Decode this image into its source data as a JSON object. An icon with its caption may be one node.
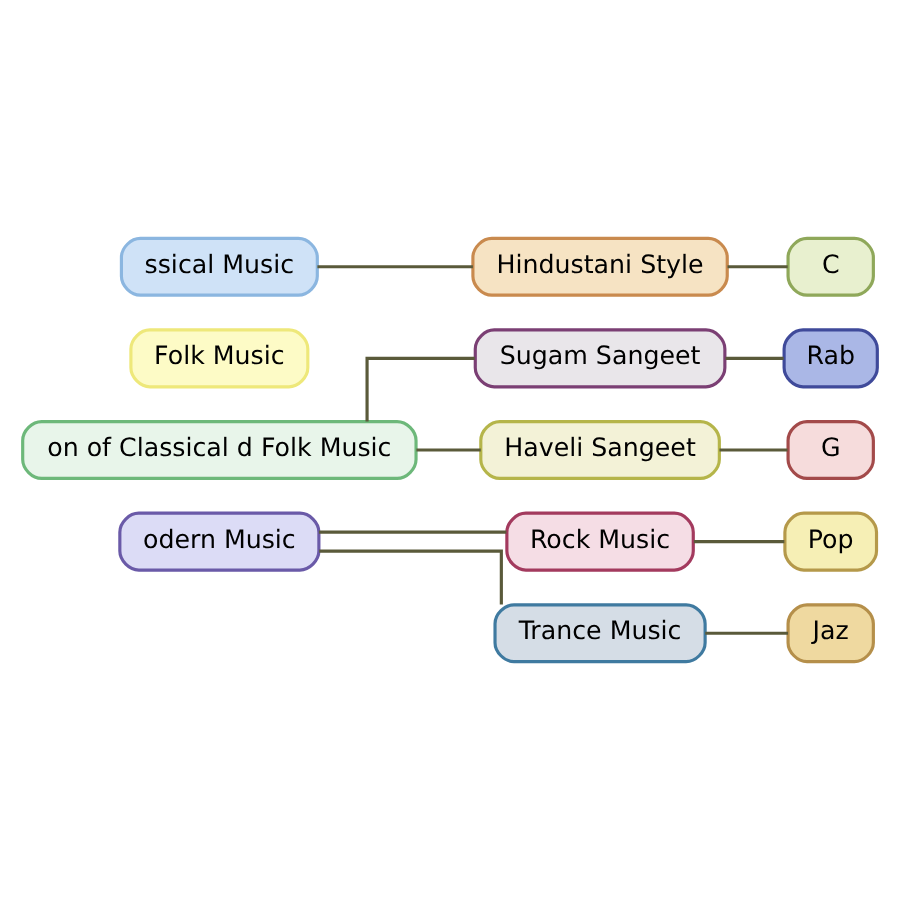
{
  "diagram": {
    "nodes": [
      {
        "text": [
          "ssical Music"
        ]
      },
      {
        "text": [
          "Hindustani Style"
        ]
      },
      {
        "text": [
          "C"
        ]
      },
      {
        "text": [
          "Folk Music"
        ]
      },
      {
        "text": [
          "on of Classical d Folk Music"
        ]
      },
      {
        "text": [
          "Sugam Sangeet"
        ]
      },
      {
        "text": [
          "Rab"
        ]
      },
      {
        "text": [
          "Haveli Sangeet"
        ]
      },
      {
        "text": [
          "G"
        ]
      },
      {
        "text": [
          "odern Music"
        ]
      },
      {
        "text": [
          "Rock Music"
        ]
      },
      {
        "text": [
          "Pop"
        ]
      },
      {
        "text": [
          "Trance Music"
        ]
      },
      {
        "text": [
          "Jaz"
        ]
      }
    ],
    "edges": [
      {
        "from": 0,
        "to": 1,
        "arrow": "none"
      },
      {
        "from": 1,
        "to": 2,
        "arrow": "none"
      },
      {
        "from": 4,
        "to": 5,
        "arrow": "none"
      },
      {
        "from": 4,
        "to": 7,
        "arrow": "none"
      },
      {
        "from": 5,
        "to": 6,
        "arrow": "none"
      },
      {
        "from": 7,
        "to": 8,
        "arrow": "none"
      },
      {
        "from": 9,
        "to": 10,
        "arrow": "none"
      },
      {
        "from": 9,
        "to": 12,
        "arrow": "none"
      },
      {
        "from": 10,
        "to": 11,
        "arrow": "none"
      },
      {
        "from": 12,
        "to": 13,
        "arrow": "none"
      }
    ]
  }
}
